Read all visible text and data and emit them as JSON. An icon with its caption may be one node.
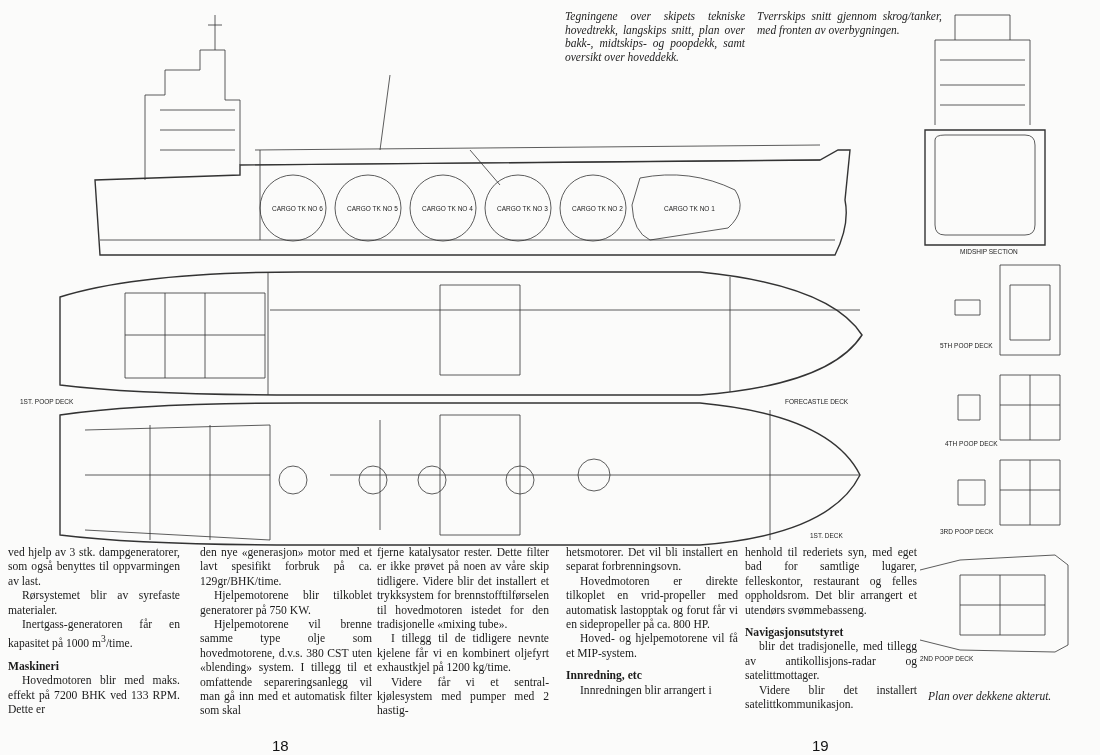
{
  "diagram": {
    "labels": [
      "Tegningene over skipets tekniske hovedtrekk, langskips snitt, plan over bakk-, midtskips- og poopdekk, samt oversikt over hoveddekk.",
      "Tverrskips snitt gjennom skrog/tanker, med fronten av overbygningen.",
      "CARGO TK NO 6",
      "CARGO TK NO 5",
      "CARGO TK NO 4",
      "CARGO TK NO 3",
      "CARGO TK NO 2",
      "CARGO TK NO 1",
      "MIDSHIP SECTION",
      "1ST. POOP DECK",
      "FORECASTLE DECK",
      "5TH POOP DECK",
      "4TH POOP DECK",
      "1ST. DECK",
      "3RD POOP DECK",
      "2ND POOP DECK",
      "ved hjelp av 3 stk. dampgeneratorer, som også benyttes til oppvarmingen av last.",
      "Rørsystemet blir av syrefaste materialer.",
      "Inertgass-generatoren får en kapasitet på 1000 m$^{3}$/time.",
      "Maskineri",
      "Hovedmotoren blir med maks. effekt på 7200 BHK ved 133 RPM. Dette er",
      "den nye «generasjon» motor med et lavt spesifikt forbruk på ca. 129gr/BHK/time.",
      "Hjelpemotorene blir tilkoblet generatorer på 750 KW.",
      "Hjelpemotorene vil brenne samme type olje som hovedmotorene, d.v.s. 380 CST uten «blending» system. I tillegg til et omfattende separeringsanlegg vil man gå inn med et automatisk filter som skal",
      "fjerne katalysator rester. Dette filter er ikke prøvet på noen av våre skip tidligere. Videre blir det installert et trykksystem for brennstofftilførselen til hovedmotoren istedet for den tradisjonelle «mixing tube».",
      "I tillegg til de tidligere nevnte kjelene får vi en kombinert oljefyrt exhaustkjel på 1200 kg/time.",
      "Videre får vi et sentral-kjølesystem med pumper med 2 hastig-",
      "hetsmotorer. Det vil bli installert en separat forbrenningsovn.",
      "Hovedmotoren er direkte tilkoplet en vrid-propeller med automatisk lastopptak og forut får vi en sidepropeller på ca. 800 HP.",
      "Hoved- og hjelpemotorene vil få et MIP-system.",
      "Innredning, etc",
      "Innredningen blir arrangert i",
      "henhold til rederiets syn, med eget bad for samtlige lugarer, felleskontor, restaurant og felles oppholdsrom. Det blir arrangert et utendørs svømmebasseng.",
      "Navigasjonsutstyret",
      "blir det tradisjonelle, med tillegg av antikollisjons-radar og satelittmottager.",
      "Videre blir det installert satelittkommunikasjon.",
      "Plan over dekkene akterut.",
      "18",
      "19"
    ]
  }
}
